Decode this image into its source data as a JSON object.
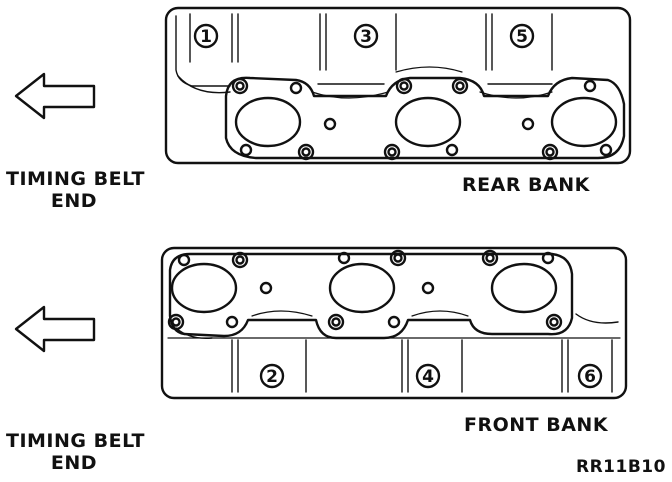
{
  "labels": {
    "timing_belt_end_top": [
      "TIMING BELT",
      "END"
    ],
    "timing_belt_end_bottom": [
      "TIMING BELT",
      "END"
    ],
    "rear_bank": "REAR BANK",
    "front_bank": "FRONT BANK",
    "figure_code": "RR11B10"
  },
  "cylinders": {
    "rear": [
      "1",
      "3",
      "5"
    ],
    "front": [
      "2",
      "4",
      "6"
    ]
  },
  "colors": {
    "ink": "#111111",
    "paper": "#ffffff"
  }
}
